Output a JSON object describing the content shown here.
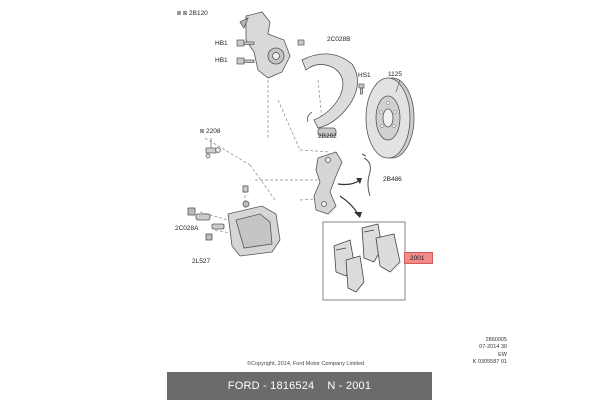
{
  "diagram": {
    "part_labels": {
      "hub_group": "2B120",
      "bolt_1": "HB1",
      "bolt_2": "HB1",
      "splash_shield": "2C028B",
      "screw": "HS1",
      "rotor": "1125",
      "sensor": "2208",
      "caliper_bracket": "2B292",
      "spring_clip": "2B486",
      "caliper_bleeder": "2C028A",
      "caliper_pin": "2L527",
      "pad_kit": "2001"
    },
    "doc_meta": {
      "ref": "2860005",
      "date": "07-2014 30",
      "code": "EW",
      "catalog": "K 0305587 01"
    },
    "copyright": "©Copyright, 2014, Ford Motor Company Limited"
  },
  "footer": {
    "brand": "FORD",
    "part_no": "1816524",
    "item": "N - 2001"
  }
}
